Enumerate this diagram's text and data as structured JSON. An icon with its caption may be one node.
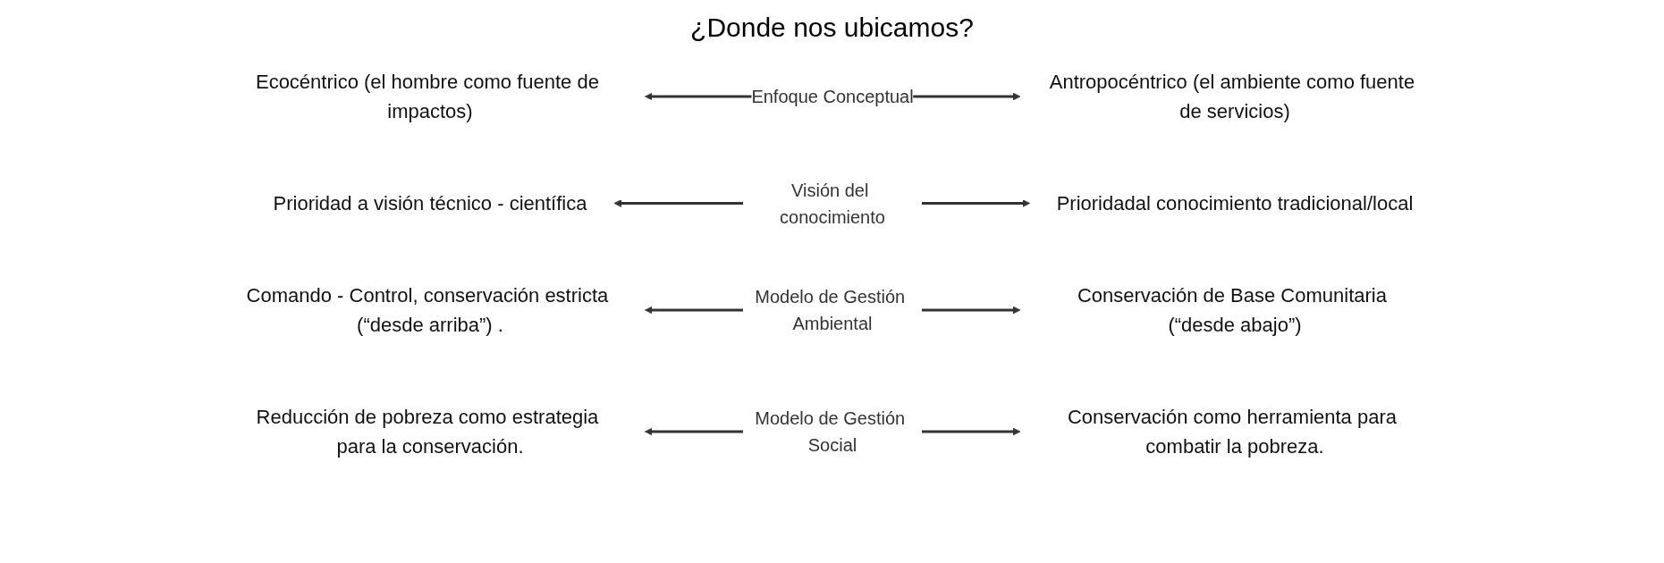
{
  "diagram": {
    "title": "¿Donde nos ubicamos?",
    "nodes": [
      {
        "text": [
          "Ecocéntrico (el hombre como fuente de impactos)"
        ]
      },
      {
        "text": [
          "Antropocéntrico (el ambiente como fuente de servicios)"
        ]
      },
      {
        "text": [
          "Prioridad a visión técnico - científica"
        ]
      },
      {
        "text": [
          "Prioridadal conocimiento tradicional/local"
        ]
      },
      {
        "text": [
          "Comando - Control, conservación estricta (“desde arriba”) ."
        ]
      },
      {
        "text": [
          "Conservación de Base Comunitaria (“desde abajo”)"
        ]
      },
      {
        "text": [
          "Reducción de pobreza como estrategia para la conservación."
        ]
      },
      {
        "text": [
          "Conservación como herramienta para combatir la pobreza."
        ]
      }
    ],
    "edges": [
      {
        "from": 0,
        "to": 1,
        "arrow": "both",
        "label": "Enfoque Conceptual"
      },
      {
        "from": 2,
        "to": 3,
        "arrow": "both",
        "label": "Visión del conocimiento"
      },
      {
        "from": 4,
        "to": 5,
        "arrow": "both",
        "label": "Modelo de Gestión Ambiental"
      },
      {
        "from": 6,
        "to": 7,
        "arrow": "both",
        "label": "Modelo de Gestión Social"
      }
    ]
  }
}
